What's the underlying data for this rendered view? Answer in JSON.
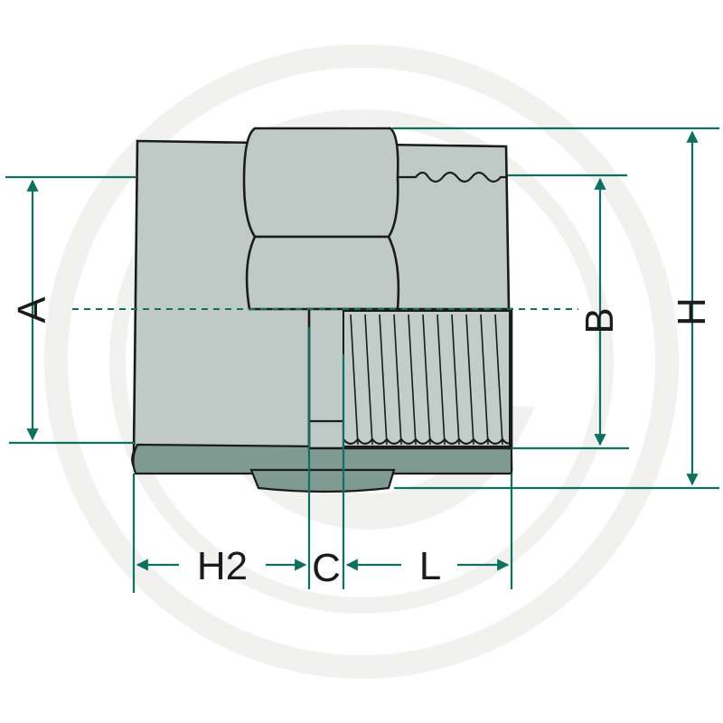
{
  "diagram": {
    "labels": {
      "a": "A",
      "b": "B",
      "h": "H",
      "h2": "H2",
      "c": "C",
      "l": "L"
    },
    "colors": {
      "dimension": "#0f7060",
      "body": "#bfc9c5",
      "shadow": "#7f9a91",
      "outline": "#1b1b1b",
      "watermark": "#f1f2ef"
    }
  }
}
